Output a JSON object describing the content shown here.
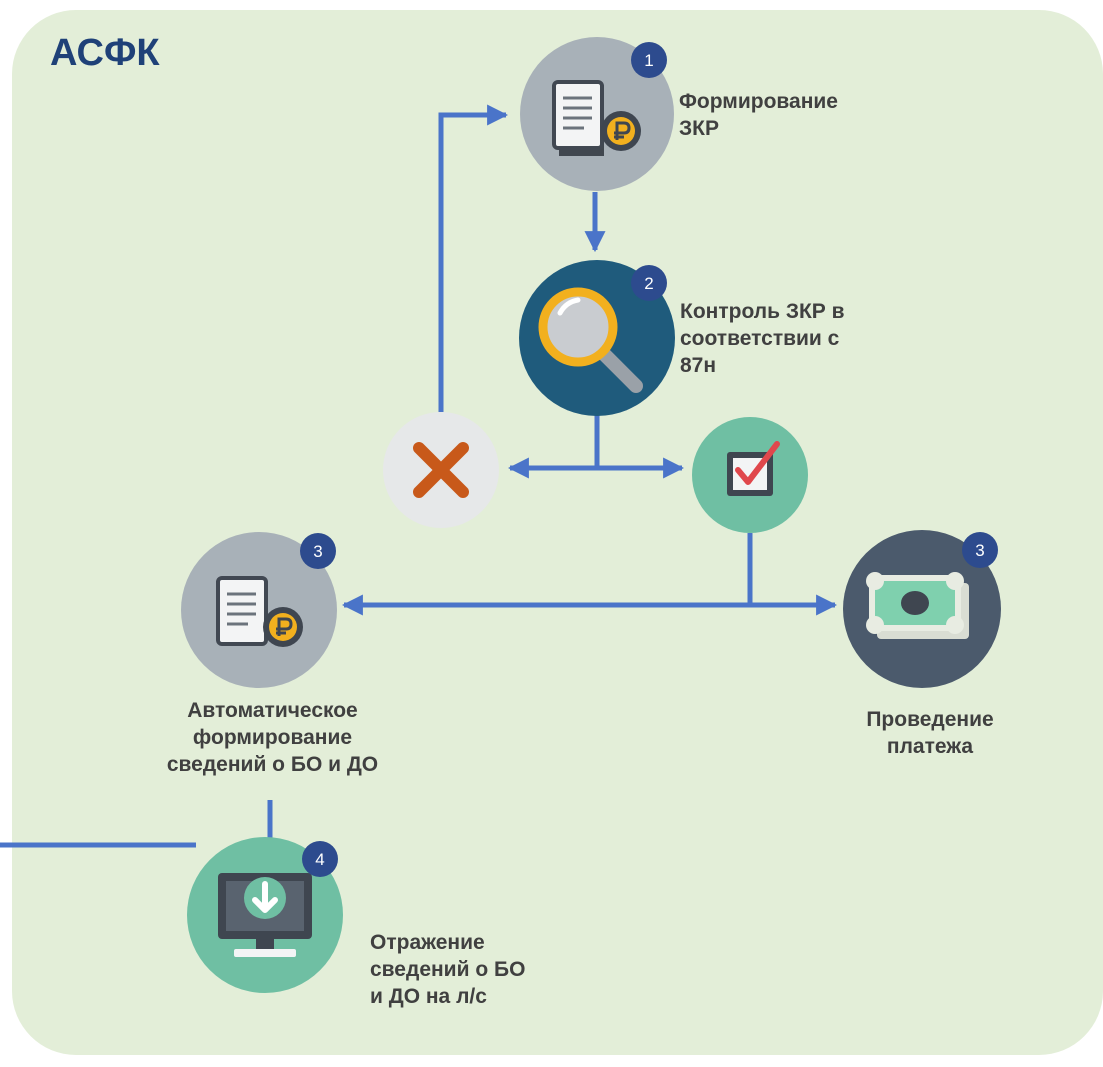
{
  "title": "АСФК",
  "steps": [
    {
      "id": "1",
      "badge": "1",
      "label_lines": [
        "Формирование",
        "ЗКР"
      ]
    },
    {
      "id": "2",
      "badge": "2",
      "label_lines": [
        "Контроль ЗКР в",
        "соответствии с",
        "87н"
      ]
    },
    {
      "id": "3a",
      "badge": "3",
      "label_lines": [
        "Автоматическое",
        "формирование",
        "сведений о БО и ДО"
      ]
    },
    {
      "id": "3b",
      "badge": "3",
      "label_lines": [
        "Проведение",
        "платежа"
      ]
    },
    {
      "id": "4",
      "badge": "4",
      "label_lines": [
        "Отражение",
        "сведений о БО",
        "и ДО на л/с"
      ]
    }
  ],
  "icons": {
    "step1": "document-ruble-icon",
    "step2": "magnifier-icon",
    "reject": "cross-icon",
    "approve": "checkbox-check-icon",
    "step3a": "document-ruble-icon",
    "step3b": "banknotes-icon",
    "step4": "monitor-download-icon"
  },
  "colors": {
    "panel": "#e3eed8",
    "arrow": "#4a74c9",
    "title": "#1f4178",
    "badge": "#2d4b8e",
    "grey_circle": "#a8b1b8",
    "dark_teal_circle": "#1f5b7c",
    "light_grey_circle": "#e6e8e9",
    "teal_circle": "#6fbfa3",
    "slate_circle": "#4b5a6c",
    "reject_cross": "#c8591a",
    "coin": "#f2b01e"
  }
}
